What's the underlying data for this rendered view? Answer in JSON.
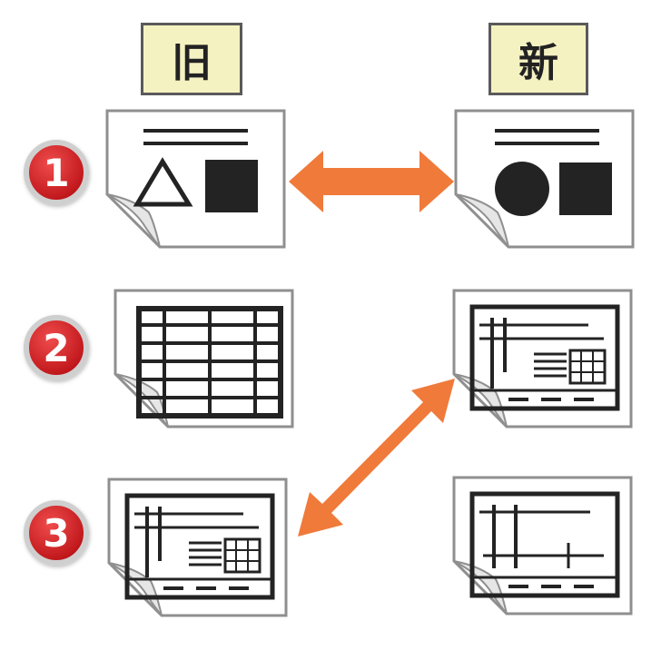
{
  "headers": {
    "old_label": "旧",
    "new_label": "新"
  },
  "rows": [
    {
      "number": "1"
    },
    {
      "number": "2"
    },
    {
      "number": "3"
    }
  ],
  "colors": {
    "arrow": "#f07a3a",
    "badge": "#d7161b",
    "header_bg": "#f5f2c2",
    "page_border": "#8f8f8f",
    "ink": "#232323"
  }
}
